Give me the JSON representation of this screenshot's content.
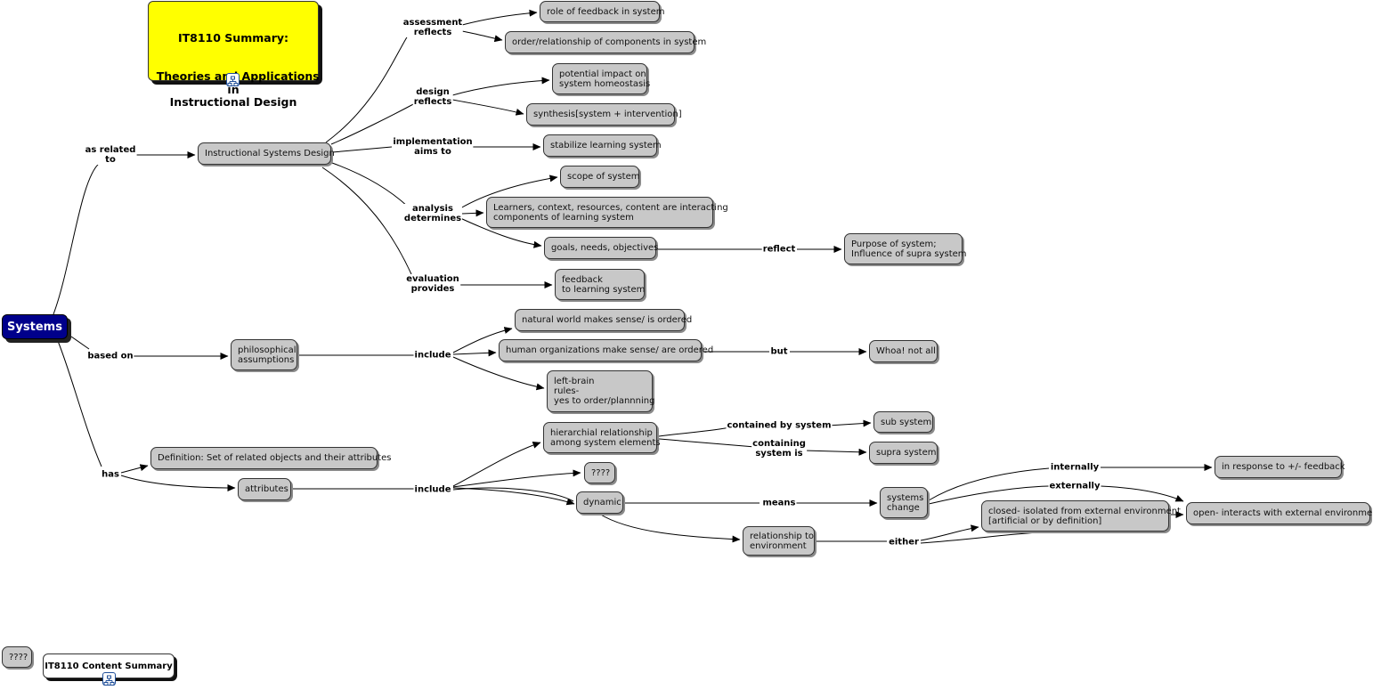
{
  "title": {
    "line1": "IT8110 Summary:",
    "line2": "Theories and Applications\nin\nInstructional Design",
    "icon": "concept-map-link-icon"
  },
  "root": "Systems",
  "footer": {
    "legend_node": "????",
    "summary_link": "IT8110 Content Summary",
    "icon": "concept-map-link-icon"
  },
  "colors": {
    "title_bg": "#ffff00",
    "root_bg": "#00008b",
    "node_bg": "#c8c8c8"
  },
  "labels": {
    "as_related_to": "as related\nto",
    "based_on": "based on",
    "has": "has",
    "assessment_reflects": "assessment\nreflects",
    "design_reflects": "design\nreflects",
    "implementation_aims_to": "implementation\naims to",
    "analysis_determines": "analysis\ndetermines",
    "evaluation_provides": "evaluation\nprovides",
    "reflect": "reflect",
    "include_1": "include",
    "but": "but",
    "include_2": "include",
    "contained_by_system": "contained by system",
    "containing_system_is": "containing\nsystem is",
    "means": "means",
    "internally": "internally",
    "externally": "externally",
    "either": "either"
  },
  "nodes": {
    "isd": "Instructional Systems Design",
    "role_feedback": "role of feedback in system",
    "order_relationship": "order/relationship of components in system",
    "potential_impact": "potential impact on\nsystem homeostasis",
    "synthesis": "synthesis[system + intervention]",
    "stabilize": "stabilize learning system",
    "scope": "scope of system",
    "learners_context": "Learners, context, resources, content are interacting\ncomponents of learning system",
    "goals": "goals, needs, objectives",
    "purpose": "Purpose of system;\nInfluence of supra system",
    "feedback_learning": "feedback\nto learning system",
    "philosophical": "philosophical\nassumptions",
    "natural_world": "natural world makes sense/ is ordered",
    "human_orgs": "human organizations make sense/ are ordered",
    "whoa": "Whoa! not all",
    "left_brain": "left-brain\nrules-\nyes to order/plannning",
    "definition": "Definition: Set of related objects and their attributes",
    "attributes": "attributes",
    "hierarchical": "hierarchial relationship\namong system elements",
    "unknown": "????",
    "dynamic": "dynamic",
    "sub_system": "sub system",
    "supra_system": "supra system",
    "systems_change": "systems\nchange",
    "response_feedback": "in response to +/- feedback",
    "closed": "closed- isolated from external environment\n[artificial or by definition]",
    "open": "open- interacts with external environment",
    "relationship_env": "relationship to\nenvironment"
  }
}
